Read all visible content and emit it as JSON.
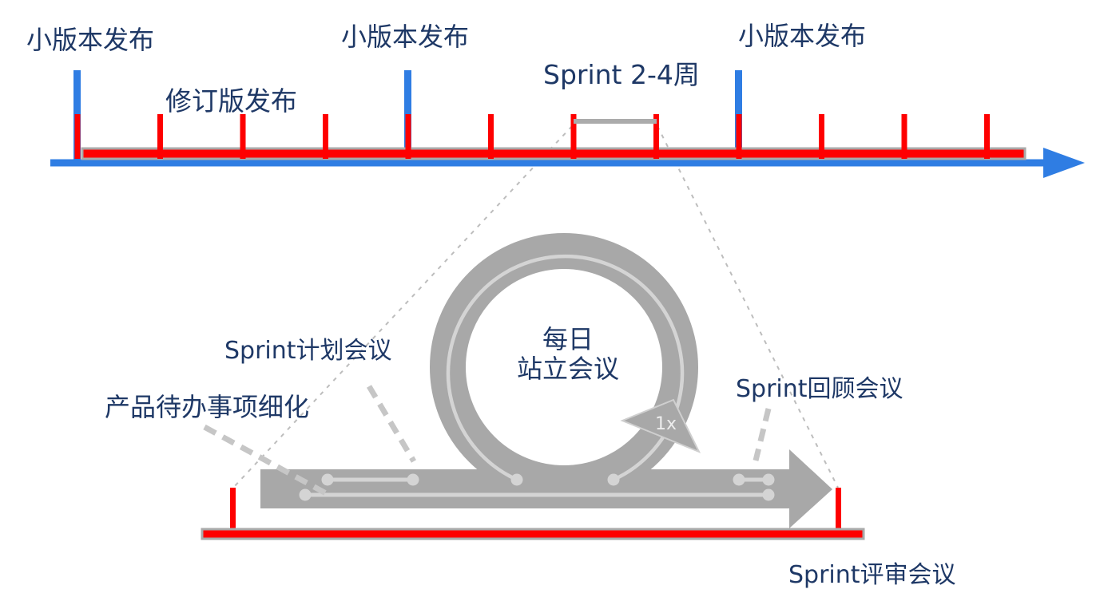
{
  "diagram": {
    "title_implicit": "Sprint release timeline and scrum loop",
    "timeline": {
      "minor_release_labels": [
        "小版本发布",
        "小版本发布",
        "小版本发布"
      ],
      "revision_release_label": "修订版发布",
      "sprint_length_label": "Sprint 2-4周",
      "red_tick_count": 12,
      "blue_tick_count": 3,
      "axis_icon": "right-arrow-icon"
    },
    "loop": {
      "daily_standup_line1": "每日",
      "daily_standup_line2": "站立会议",
      "iteration_badge": "1x",
      "loop_icon": "sprint-loop-arrow-icon"
    },
    "meetings": {
      "planning": "Sprint计划会议",
      "refinement": "产品待办事项细化",
      "retrospective": "Sprint回顾会议",
      "review": "Sprint评审会议"
    },
    "colors": {
      "timeline_blue": "#2F7DE3",
      "release_red": "#FE0000",
      "loop_gray": "#A8A8A8",
      "track_light_gray": "#D4D4D4",
      "connector_dash_gray": "#C6C6C6",
      "dotted_guide_gray": "#BDBDBD",
      "text_navy": "#1E3866",
      "red_bar_outline_gray": "#A9A9A9"
    }
  }
}
